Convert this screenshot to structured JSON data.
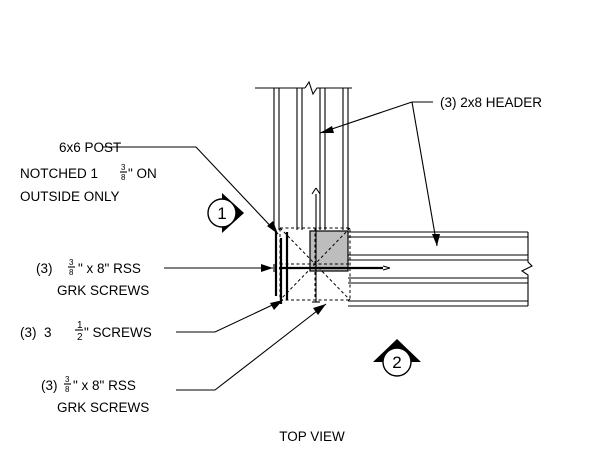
{
  "labels": {
    "header": "(3) 2x8 HEADER",
    "post_line1": "6x6 POST",
    "post_line2_pre": "NOTCHED 1",
    "post_line2_num": "3",
    "post_line2_den": "8",
    "post_line2_post": "\" ON",
    "post_line3": "OUTSIDE ONLY",
    "rss1_pre": "(3)",
    "rss1_num": "3",
    "rss1_den": "8",
    "rss1_post": "\" x 8\" RSS",
    "rss1_line2": "GRK SCREWS",
    "screws_pre": "(3)  3",
    "screws_num": "1",
    "screws_den": "2",
    "screws_post": "\" SCREWS",
    "rss2_pre": "(3)",
    "rss2_num": "3",
    "rss2_den": "8",
    "rss2_post": "\" x 8\" RSS",
    "rss2_line2": "GRK SCREWS",
    "view_title": "TOP VIEW"
  },
  "markers": [
    {
      "label": "1"
    },
    {
      "label": "2"
    }
  ]
}
